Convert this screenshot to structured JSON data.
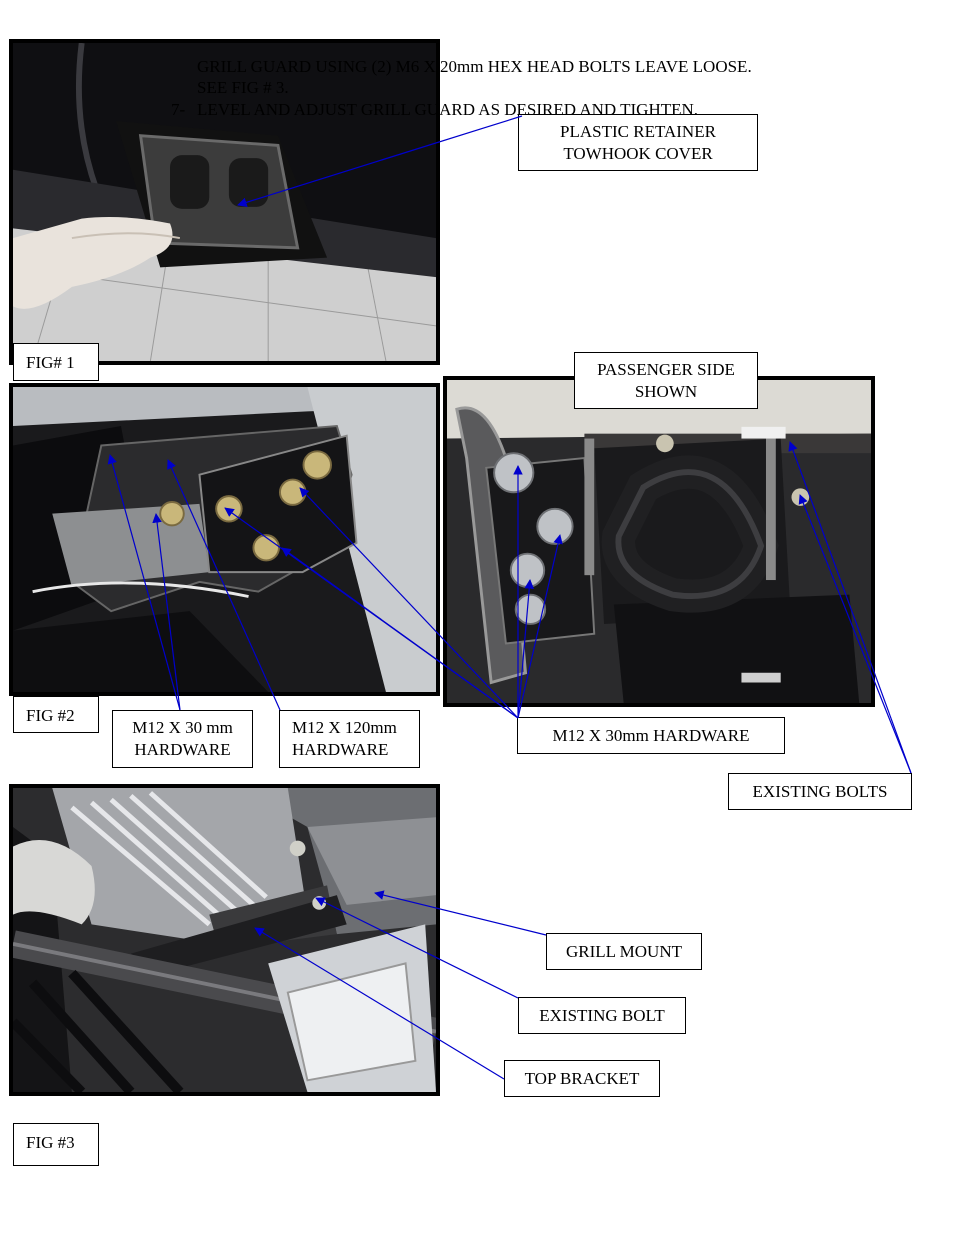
{
  "instructions": {
    "line1": "GRILL GUARD USING (2) M6 X 20mm HEX HEAD BOLTS LEAVE LOOSE.",
    "line2": "SEE FIG # 3.",
    "step7_num": "7-",
    "step7_text": "LEVEL AND ADJUST GRILL GUARD AS DESIRED AND TIGHTEN."
  },
  "figures": {
    "fig1": "FIG# 1",
    "fig2": "FIG #2",
    "fig3": "FIG #3"
  },
  "callouts": {
    "plastic_retainer_l1": "PLASTIC RETAINER",
    "plastic_retainer_l2": "TOWHOOK COVER",
    "passenger_l1": "PASSENGER SIDE",
    "passenger_l2": "SHOWN",
    "m12x30_l1": "M12 X 30 mm",
    "m12x30_l2": "HARDWARE",
    "m12x120_l1": "M12 X 120mm",
    "m12x120_l2": "HARDWARE",
    "m12x30mm_hw": "M12 X 30mm HARDWARE",
    "existing_bolts": "EXISTING BOLTS",
    "grill_mount": "GRILL MOUNT",
    "existing_bolt": "EXISTING BOLT",
    "top_bracket": "TOP BRACKET"
  },
  "colors": {
    "leader_line": "#0000cc"
  }
}
